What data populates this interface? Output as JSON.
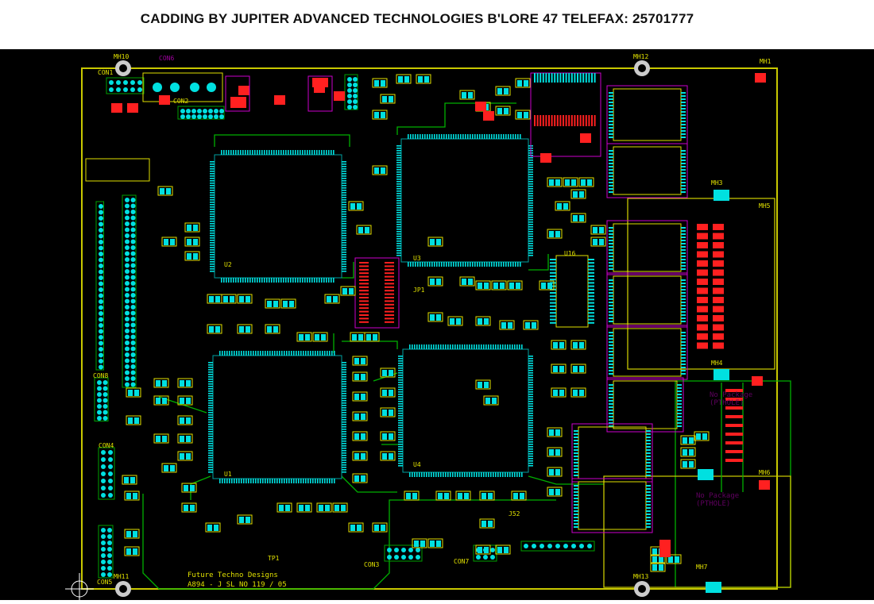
{
  "header": {
    "title": "CADDING BY JUPITER ADVANCED TECHNOLOGIES B'LORE 47 TELEFAX: 25701777"
  },
  "board": {
    "designer": "Future Techno Designs",
    "serial": "A894 - J SL NO 119 / 05",
    "no_package_1": "No Package",
    "no_package_1b": "(PTHOLE)",
    "no_package_2": "No Package",
    "no_package_2b": "(PTHOLE)",
    "mounting_holes": {
      "mh10": "MH10",
      "mh12": "MH12",
      "mh11": "MH11",
      "mh13": "MH13",
      "mh3": "MH3",
      "mh4": "MH4",
      "mh7": "MH7",
      "mh1": "MH1",
      "mh5": "MH5",
      "mh6": "MH6"
    },
    "connectors": {
      "con1": "CON1",
      "con2": "CON2",
      "con3": "CON3",
      "con7": "CON7",
      "con8": "CON8",
      "con4": "CON4",
      "con5": "CON5",
      "con6": "CON6"
    },
    "tp1": "TP1",
    "jp1": "JP1",
    "j52": "J52",
    "u1": "U1",
    "u2": "U2",
    "u3": "U3",
    "u4": "U4",
    "u16": "U16"
  },
  "colors": {
    "board": "#000000",
    "outline": "#c8c800",
    "trace": "#00c000",
    "pad": "#00e0e0",
    "smd": "#ff2020",
    "silk": "#e0e000",
    "keepout": "#cc00cc"
  }
}
